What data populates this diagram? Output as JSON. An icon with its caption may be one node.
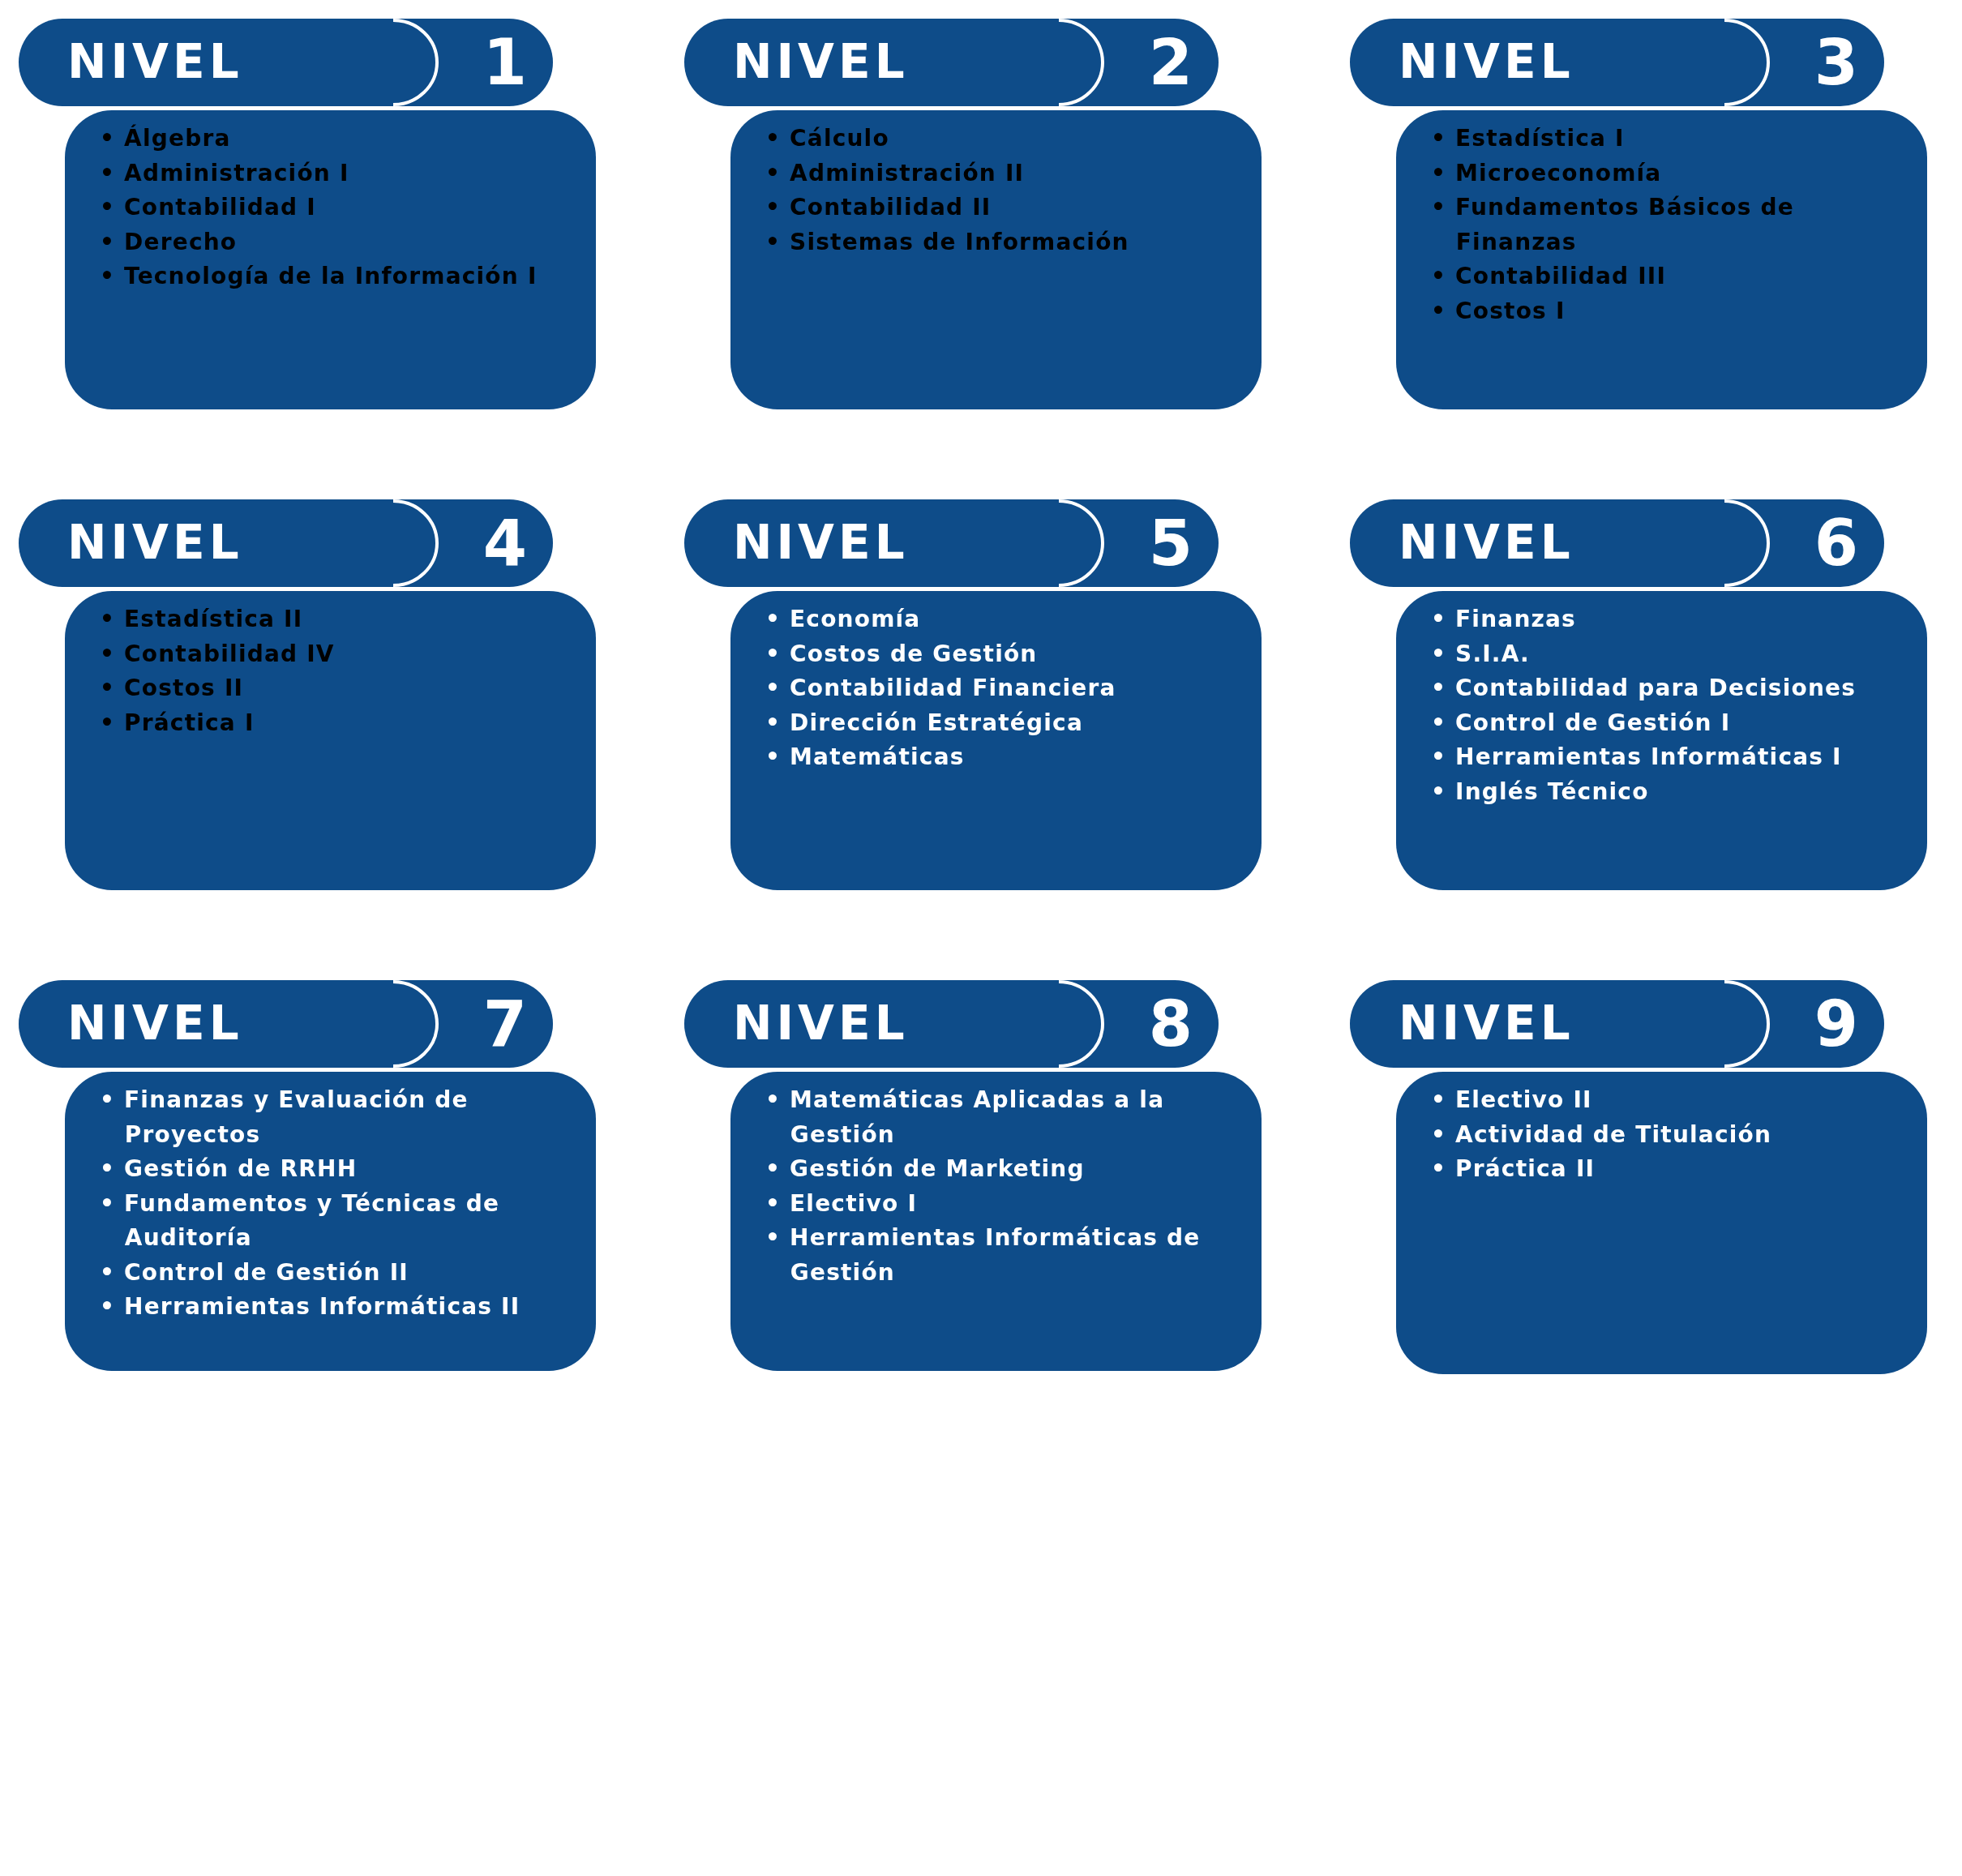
{
  "diagram": {
    "nodes": [
      {
        "text": [
          "NIVEL",
          "1"
        ]
      },
      {
        "text": [
          "• Álgebra",
          "• Administración I",
          "• Contabilidad I",
          "• Derecho",
          "• Tecnología de la Información I"
        ]
      },
      {
        "text": [
          "NIVEL",
          "2"
        ]
      },
      {
        "text": [
          "• Cálculo",
          "• Administración II",
          "• Contabilidad II",
          "• Sistemas de Información"
        ]
      },
      {
        "text": [
          "NIVEL",
          "3"
        ]
      },
      {
        "text": [
          "• Estadística I",
          "• Microeconomía",
          "• Fundamentos Básicos de Finanzas",
          "• Contabilidad III",
          "• Costos I"
        ]
      },
      {
        "text": [
          "NIVEL",
          "4"
        ]
      },
      {
        "text": [
          "• Estadística II",
          "• Contabilidad IV",
          "• Costos II",
          "• Práctica I"
        ]
      },
      {
        "text": [
          "NIVEL",
          "5"
        ]
      },
      {
        "text": [
          "• Economía",
          "• Costos de Gestión",
          "• Contabilidad Financiera",
          "• Dirección Estratégica",
          "• Matemáticas"
        ]
      },
      {
        "text": [
          "NIVEL",
          "6"
        ]
      },
      {
        "text": [
          "• Finanzas",
          "• S.I.A.",
          "• Contabilidad para Decisiones",
          "• Control de Gestión I",
          "• Herramientas Informáticas I",
          "• Inglés Técnico"
        ]
      },
      {
        "text": [
          "NIVEL",
          "7"
        ]
      },
      {
        "text": [
          "• Finanzas y Evaluación de Proyectos",
          "• Gestión de RRHH",
          "• Fundamentos y Técnicas de Auditoría",
          "• Control de Gestión II",
          "• Herramientas Informáticas II"
        ]
      },
      {
        "text": [
          "NIVEL",
          "8"
        ]
      },
      {
        "text": [
          "• Matemáticas Aplicadas a la Gestión",
          "• Gestión de Marketing",
          "• Electivo I",
          "• Herramientas Informáticas de Gestión"
        ]
      },
      {
        "text": [
          "NIVEL",
          "9"
        ]
      },
      {
        "text": [
          "• Electivo II",
          "• Actividad de Titulación",
          "• Práctica II"
        ]
      }
    ]
  }
}
